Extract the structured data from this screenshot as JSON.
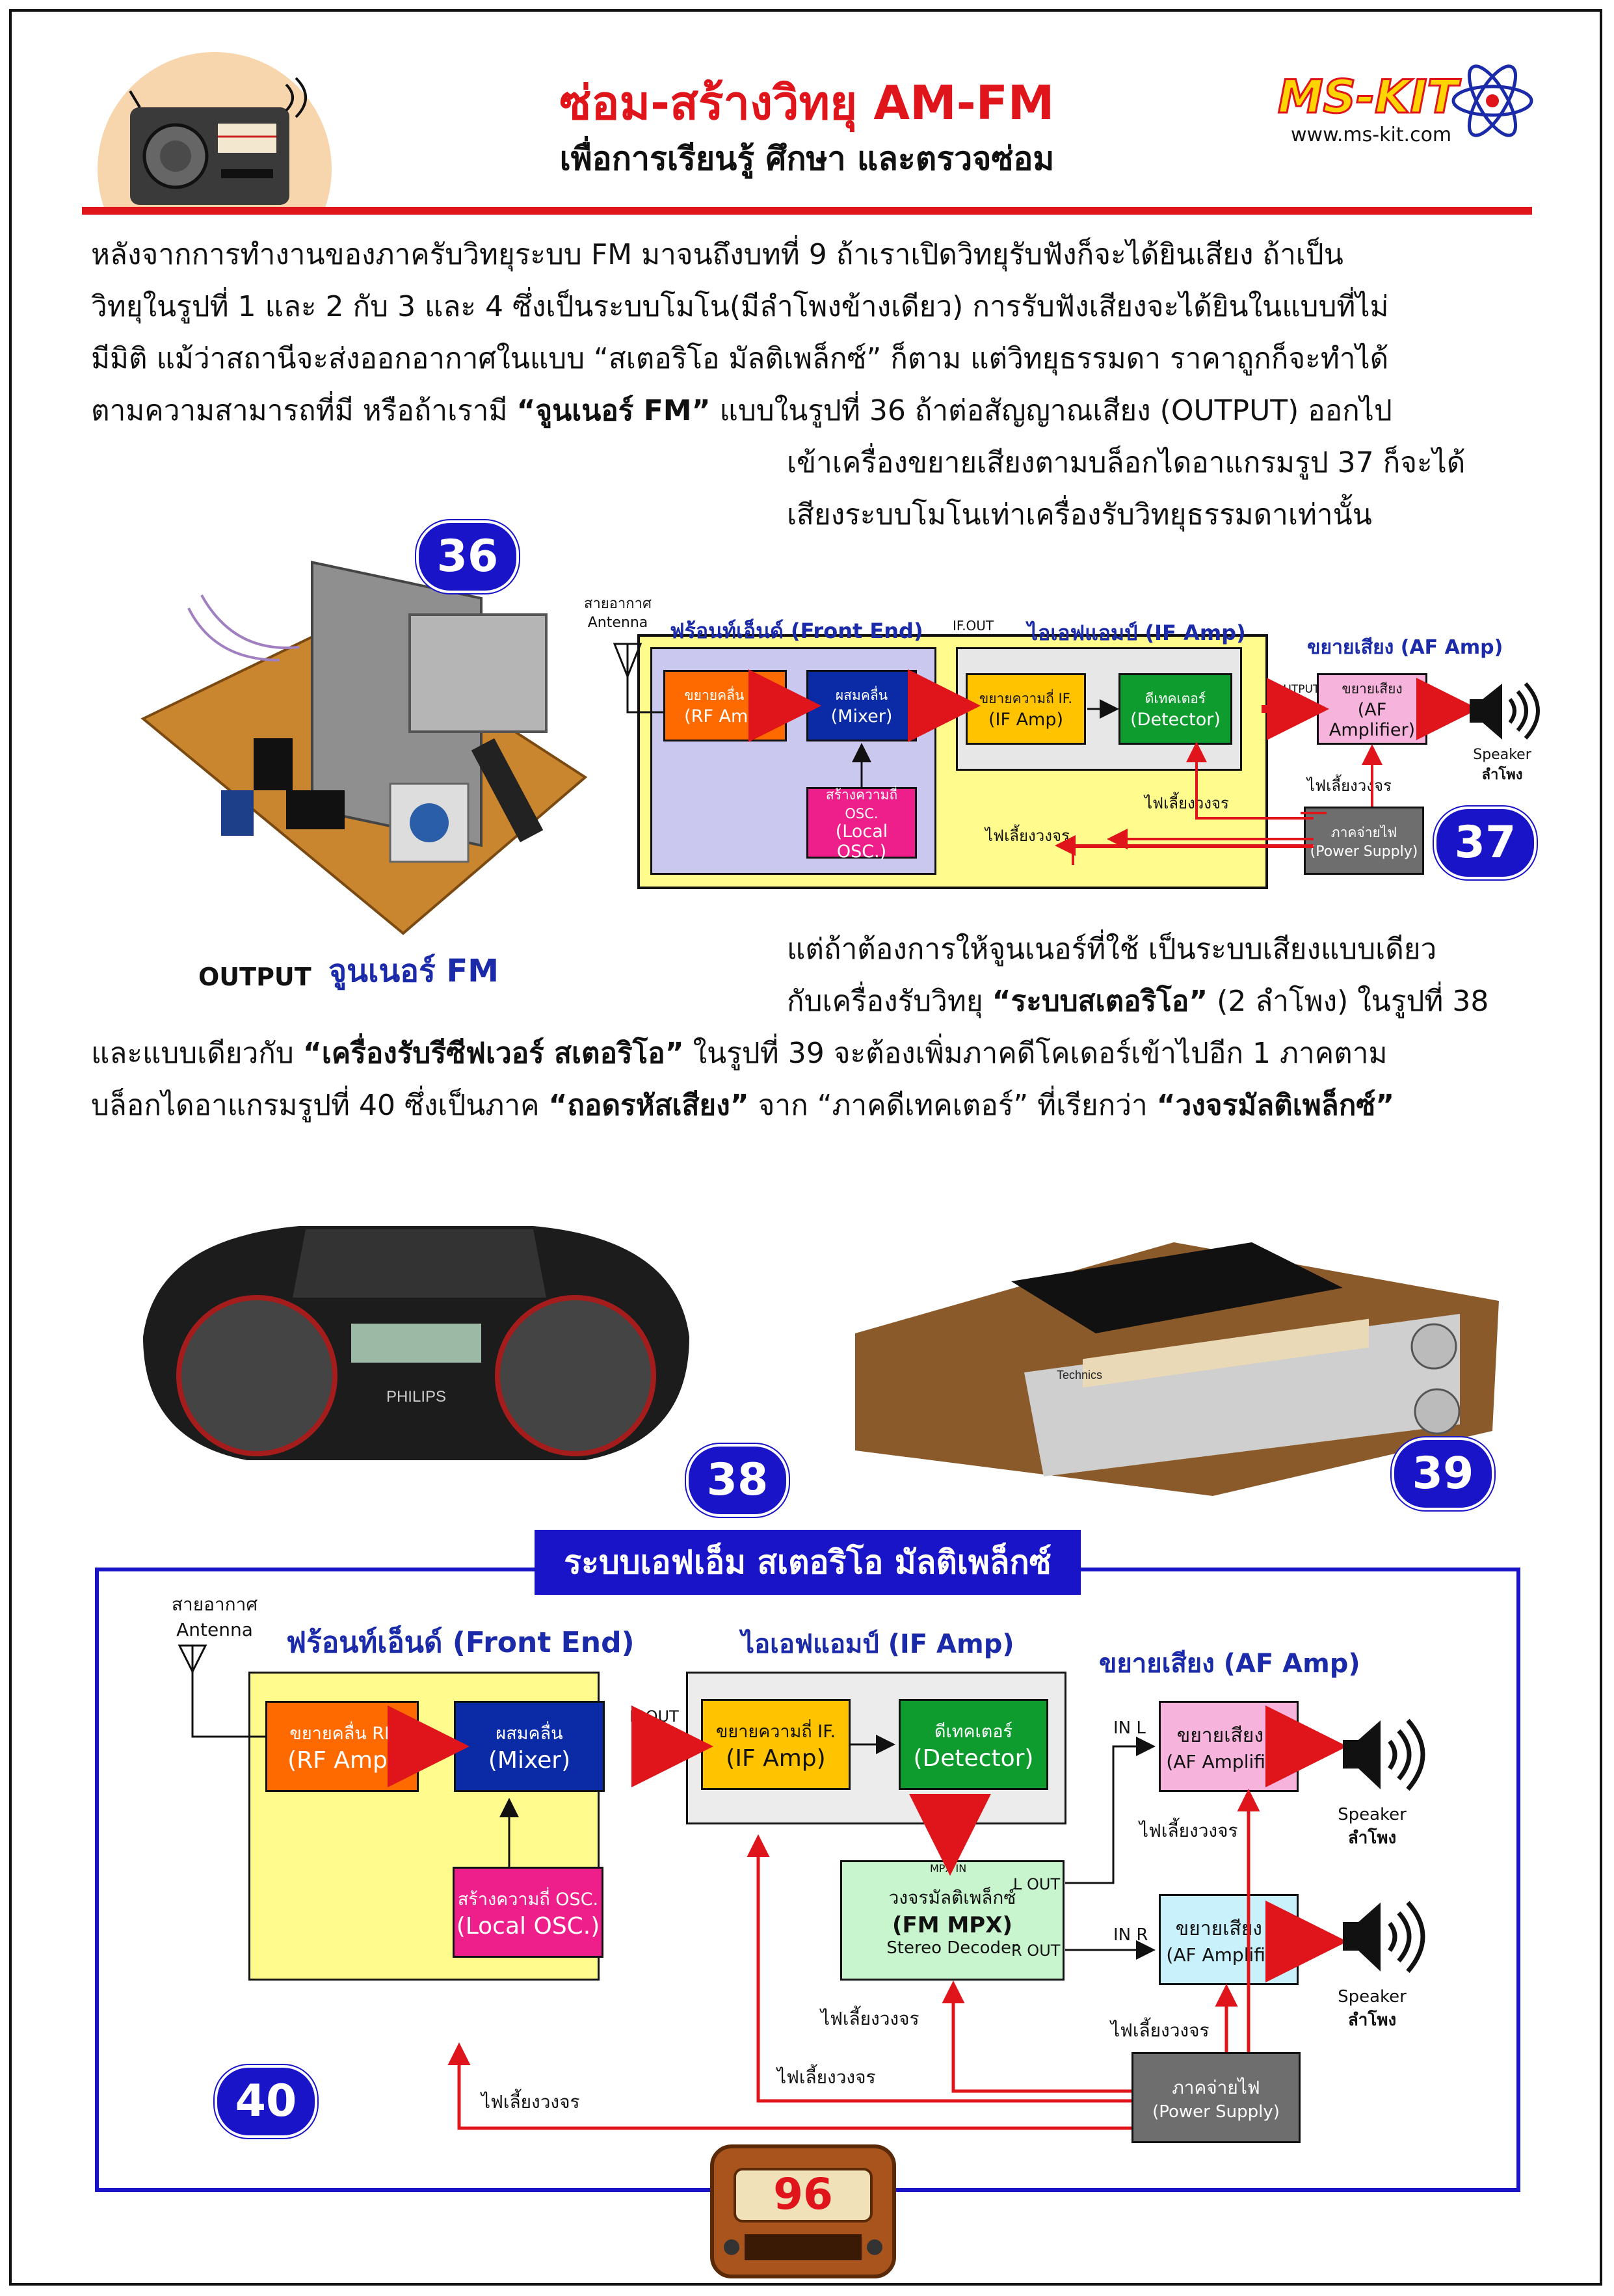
{
  "header": {
    "title": "ซ่อม-สร้างวิทยุ AM-FM",
    "subtitle": "เพื่อการเรียนรู้ ศึกษา และตรวจซ่อม",
    "logo_text": "MS-KIT",
    "logo_url": "www.ms-kit.com"
  },
  "intro": {
    "line1": "หลังจากการทำงานของภาครับวิทยุระบบ FM มาจนถึงบทที่ 9   ถ้าเราเปิดวิทยุรับฟังก็จะได้ยินเสียง  ถ้าเป็น",
    "line2": "วิทยุในรูปที่ 1 และ 2 กับ 3 และ 4 ซึ่งเป็นระบบโมโน(มีลำโพงข้างเดียว) การรับฟังเสียงจะได้ยินในแบบที่ไม่",
    "line3": "มีมิติ แม้ว่าสถานีจะส่งออกอากาศในแบบ “สเตอริโอ มัลติเพล็กซ์” ก็ตาม แต่วิทยุธรรมดา ราคาถูกก็จะทำได้",
    "line4_pre": "ตามความสามารถที่มี หรือถ้าเรามี ",
    "line4_bold": "“จูนเนอร์ FM”",
    "line4_post": " แบบในรูปที่ 36 ถ้าต่อสัญญาณเสียง (OUTPUT) ออกไป",
    "line5": "เข้าเครื่องขยายเสียงตามบล็อกไดอาแกรมรูป 37 ก็จะได้",
    "line6": "เสียงระบบโมโนเท่าเครื่องรับวิทยุธรรมดาเท่านั้น"
  },
  "fig36": {
    "num": "36",
    "output_label": "OUTPUT",
    "caption": "จูนเนอร์ FM"
  },
  "fig37": {
    "num": "37",
    "antenna_th": "สายอากาศ",
    "antenna_en": "Antenna",
    "front_end": "ฟร้อนท์เอ็นด์ (Front End)",
    "if_out": "IF.OUT",
    "if_amp": "ไอเอฟแอมป์ (IF Amp)",
    "af_amp": "ขยายเสียง (AF Amp)",
    "rf_th": "ขยายคลื่น RF",
    "rf_en": "(RF Amp)",
    "mixer_th": "ผสมคลื่น",
    "mixer_en": "(Mixer)",
    "osc_th": "สร้างความถี่ OSC.",
    "osc_en": "(Local OSC.)",
    "ifb_th": "ขยายความถี่ IF.",
    "ifb_en": "(IF Amp)",
    "det_th": "ดีเทคเตอร์",
    "det_en": "(Detector)",
    "output": "OUTPUT",
    "afb_th": "ขยายเสียง",
    "afb_en": "(AF Amplifier)",
    "speaker_en": "Speaker",
    "speaker_th": "ลำโพง",
    "psu_th": "ภาคจ่ายไฟ",
    "psu_en": "(Power Supply)",
    "feed": "ไฟเลี้ยงวงจร"
  },
  "mid": {
    "line1": "แต่ถ้าต้องการให้จูนเนอร์ที่ใช้  เป็นระบบเสียงแบบเดียว",
    "line2_pre": "กับเครื่องรับวิทยุ ",
    "line2_bold": "“ระบบสเตอริโอ”",
    "line2_post": " (2 ลำโพง) ในรูปที่ 38",
    "line3_pre": "และแบบเดียวกับ ",
    "line3_bold": "“เครื่องรับรีซีฟเวอร์ สเตอริโอ”",
    "line3_post": " ในรูปที่ 39 จะต้องเพิ่มภาคดีโคเดอร์เข้าไปอีก 1 ภาคตาม",
    "line4_pre": "บล็อกไดอาแกรมรูปที่ 40 ซึ่งเป็นภาค ",
    "line4_bold1": "“ถอดรหัสเสียง”",
    "line4_mid": " จาก “ภาคดีเทคเตอร์” ที่เรียกว่า ",
    "line4_bold2": "“วงจรมัลติเพล็กซ์”"
  },
  "fig38": {
    "num": "38",
    "brand": "PHILIPS"
  },
  "fig39": {
    "num": "39",
    "brand": "Technics"
  },
  "fig40": {
    "num": "40",
    "banner": "ระบบเอฟเอ็ม สเตอริโอ มัลติเพล็กซ์",
    "antenna_th": "สายอากาศ",
    "antenna_en": "Antenna",
    "front_end": "ฟร้อนท์เอ็นด์ (Front End)",
    "if_amp": "ไอเอฟแอมป์ (IF Amp)",
    "af_amp": "ขยายเสียง (AF Amp)",
    "if_out": "IF.OUT",
    "rf_th": "ขยายคลื่น RF",
    "rf_en": "(RF Amp)",
    "mixer_th": "ผสมคลื่น",
    "mixer_en": "(Mixer)",
    "osc_th": "สร้างความถี่ OSC.",
    "osc_en": "(Local OSC.)",
    "ifb_th": "ขยายความถี่ IF.",
    "ifb_en": "(IF Amp)",
    "det_th": "ดีเทคเตอร์",
    "det_en": "(Detector)",
    "output": "OUTPUT",
    "mpx_in": "MPX IN",
    "mpx_th": "วงจรมัลติเพล็กซ์",
    "mpx_en": "(FM MPX)",
    "mpx_sub": "Stereo Decoder",
    "l_out": "L OUT",
    "r_out": "R OUT",
    "in_l": "IN L",
    "in_r": "IN R",
    "afl_th": "ขยายเสียง L",
    "afr_th": "ขยายเสียง R",
    "af_en": "(AF Amplifier)",
    "speaker_en": "Speaker",
    "speaker_th": "ลำโพง",
    "psu_th": "ภาคจ่ายไฟ",
    "psu_en": "(Power Supply)",
    "feed": "ไฟเลี้ยงวงจร"
  },
  "footer": {
    "page_number": "96"
  },
  "colors": {
    "accent_red": "#e0141b",
    "badge_blue": "#1a14c8",
    "diagram_yellow": "#fffb8c",
    "diagram_gray": "#ececec"
  }
}
